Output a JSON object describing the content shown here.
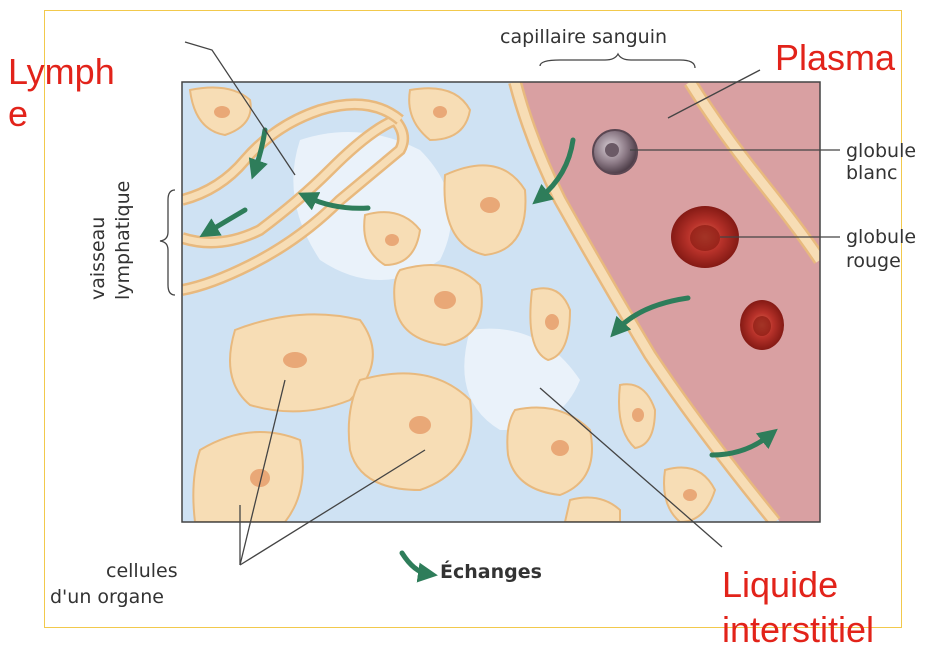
{
  "labels": {
    "capillaire": "capillaire sanguin",
    "vaisseau_line1": "vaisseau",
    "vaisseau_line2": "lymphatique",
    "globule_blanc_1": "globule",
    "globule_blanc_2": "blanc",
    "globule_rouge_1": "globule",
    "globule_rouge_2": "rouge",
    "cellules_1": "cellules",
    "cellules_2": "d'un organe",
    "echanges": "Échanges"
  },
  "annotations": {
    "lymphe_1": "Lymph",
    "lymphe_2": "e",
    "plasma": "Plasma",
    "liquide_1": "Liquide",
    "liquide_2": "interstitiel"
  },
  "colors": {
    "interstitial": "#cfe2f3",
    "plasma": "#d9a0a2",
    "cell": "#f7ddb5",
    "cell_border": "#e8b97e",
    "nucleus": "#e9a877",
    "arrow": "#2e7d5a",
    "annotation": "#e2231a",
    "frame": "#f2c94c"
  }
}
